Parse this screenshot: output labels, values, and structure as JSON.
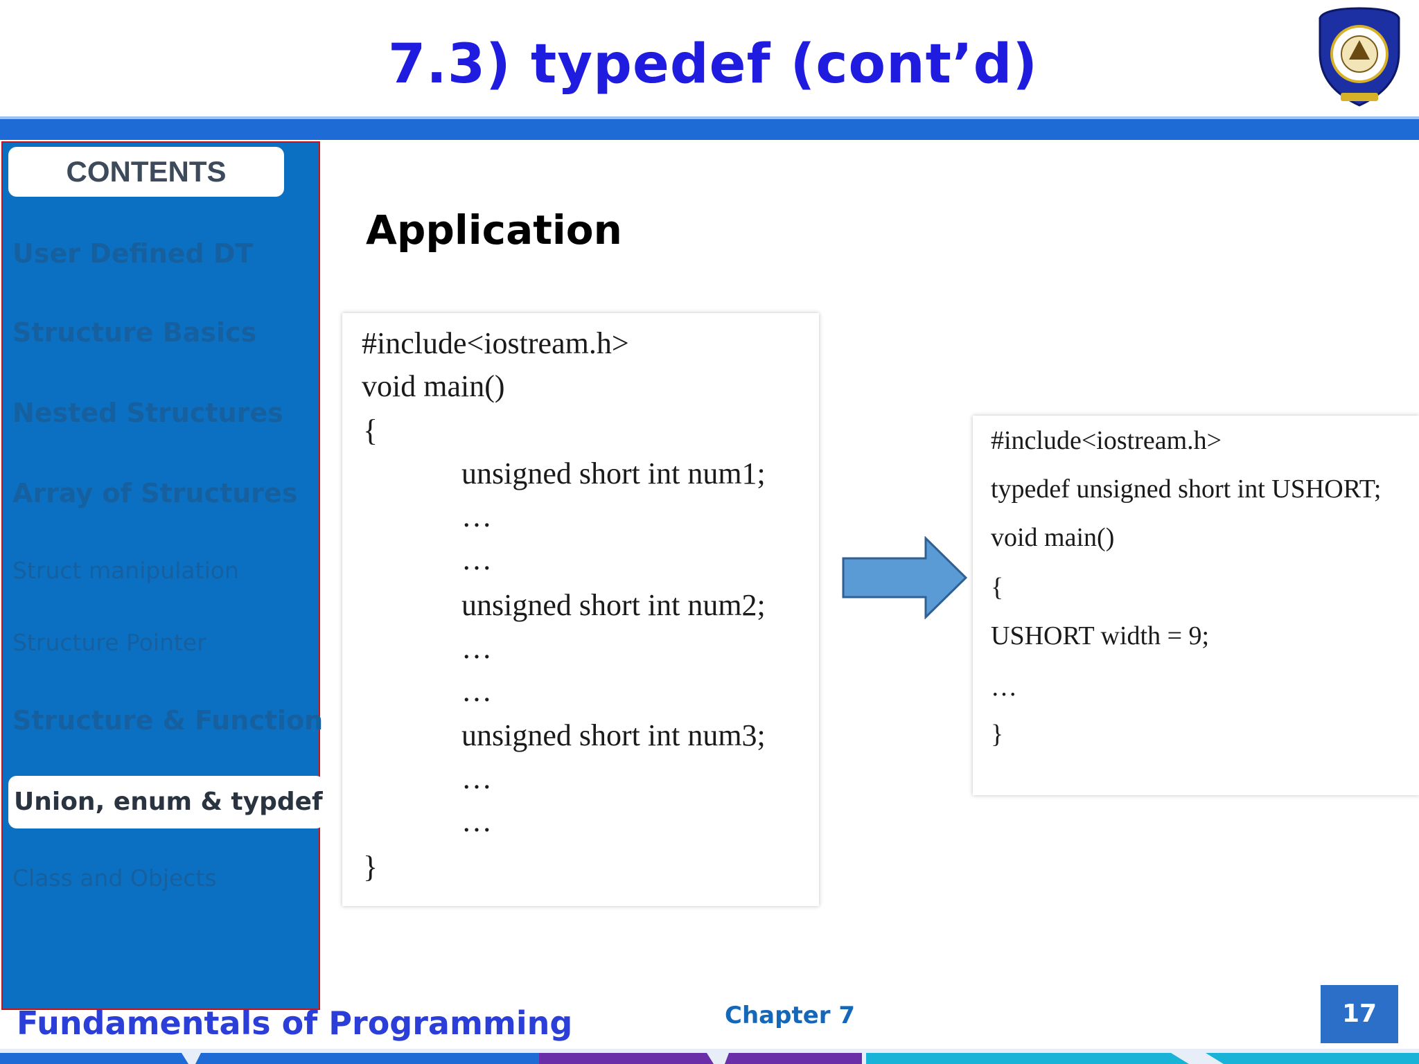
{
  "slide": {
    "title": "7.3) typedef (cont’d)",
    "section_heading": "Application",
    "page_number": "17"
  },
  "sidebar": {
    "header": "CONTENTS",
    "items": [
      {
        "label": "User Defined DT",
        "active": false
      },
      {
        "label": "Structure Basics",
        "active": false
      },
      {
        "label": "Nested Structures",
        "active": false
      },
      {
        "label": "Array of Structures",
        "active": false
      },
      {
        "label": "Struct manipulation",
        "active": false
      },
      {
        "label": "Structure Pointer",
        "active": false
      },
      {
        "label": "Structure & Function",
        "active": false
      },
      {
        "label": "Union, enum & typdef",
        "active": true
      },
      {
        "label": "Class and Objects",
        "active": false
      }
    ]
  },
  "code_before": {
    "lines": [
      "#include<iostream.h>",
      "void main()",
      "{",
      "unsigned short int num1;",
      "…",
      "…",
      "unsigned short int num2;",
      "…",
      "…",
      "unsigned short int num3;",
      "…",
      "…",
      "}"
    ]
  },
  "code_after": {
    "lines": [
      "#include<iostream.h>",
      "typedef unsigned short int USHORT;",
      "void main()",
      "{",
      "USHORT width = 9;",
      "…",
      "}"
    ]
  },
  "footer": {
    "course": "Fundamentals of Programming",
    "chapter": "Chapter 7"
  },
  "colors": {
    "title": "#1f1ce0",
    "sidebar": "#0b70c2",
    "sidebar_border": "#c7141a",
    "top_bar": "#1f6bd6",
    "arrow": "#5b9bd5",
    "page_badge": "#2c6fc9"
  }
}
